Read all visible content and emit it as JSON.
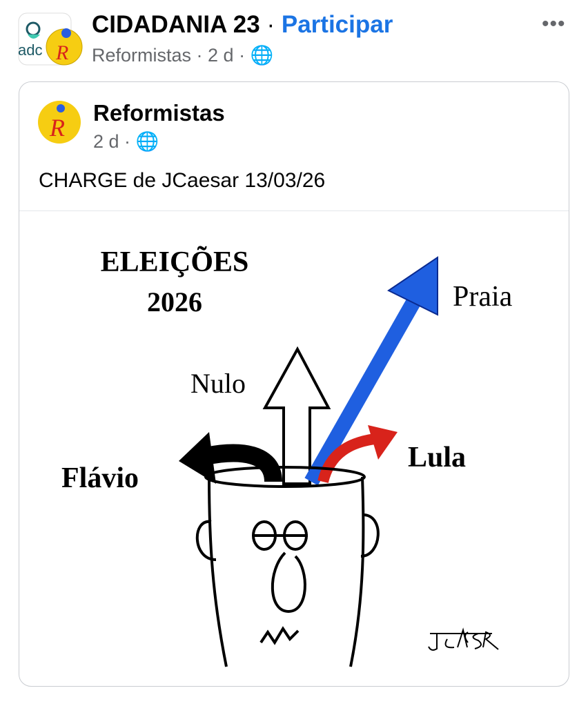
{
  "header": {
    "group_name": "CIDADANIA 23",
    "separator": "·",
    "join_label": "Participar",
    "author": "Reformistas",
    "time": "2 d",
    "privacy_icon": "globe-icon",
    "more_icon": "more-options-icon",
    "more_label": "•••"
  },
  "shared_post": {
    "author": "Reformistas",
    "time": "2 d",
    "privacy_icon": "globe-icon",
    "caption": "CHARGE de JCaesar 13/03/26"
  },
  "cartoon": {
    "title_line1": "ELEIÇÕES",
    "title_line2": "2026",
    "label_praia": "Praia",
    "label_nulo": "Nulo",
    "label_lula": "Lula",
    "label_flavio": "Flávio",
    "signature": "JCAESAR"
  },
  "colors": {
    "link": "#1b74e4",
    "blue_arrow": "#1f5fe0",
    "red_arrow": "#d8231b"
  }
}
